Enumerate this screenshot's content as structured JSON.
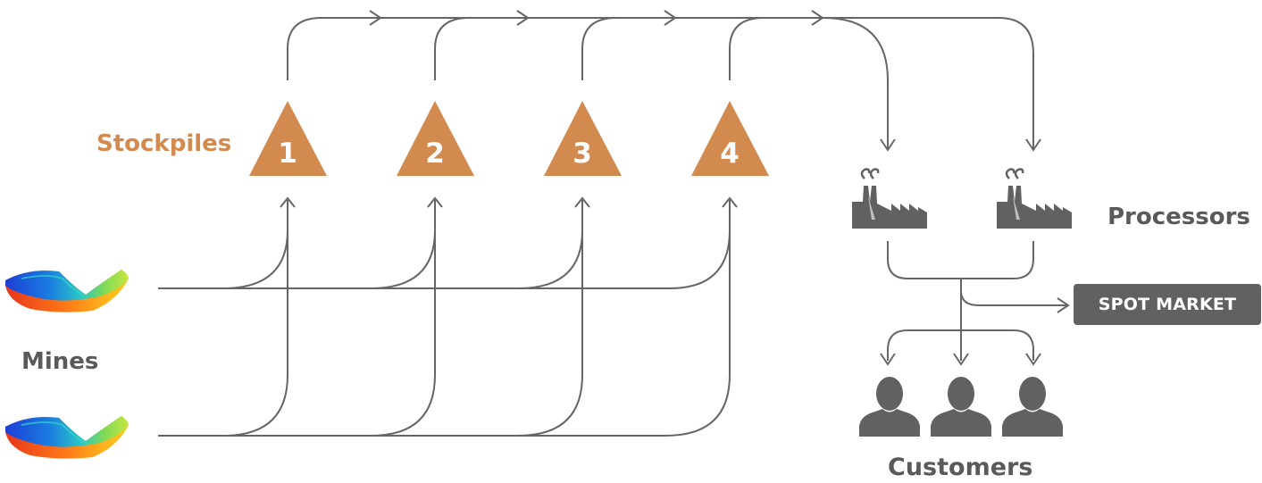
{
  "labels": {
    "stockpiles": "Stockpiles",
    "processors": "Processors",
    "mines": "Mines",
    "customers": "Customers"
  },
  "spot_market": "SPOT MARKET",
  "stockpiles": [
    {
      "number": "1"
    },
    {
      "number": "2"
    },
    {
      "number": "3"
    },
    {
      "number": "4"
    }
  ],
  "colors": {
    "stockpile": "#d38a4e",
    "icon": "#616161",
    "line": "#666666",
    "label": "#5a5a5a",
    "spot_market_bg": "#616161"
  },
  "icons": {
    "mine": "mine-pit-icon",
    "processor": "factory-icon",
    "customer": "person-icon"
  }
}
